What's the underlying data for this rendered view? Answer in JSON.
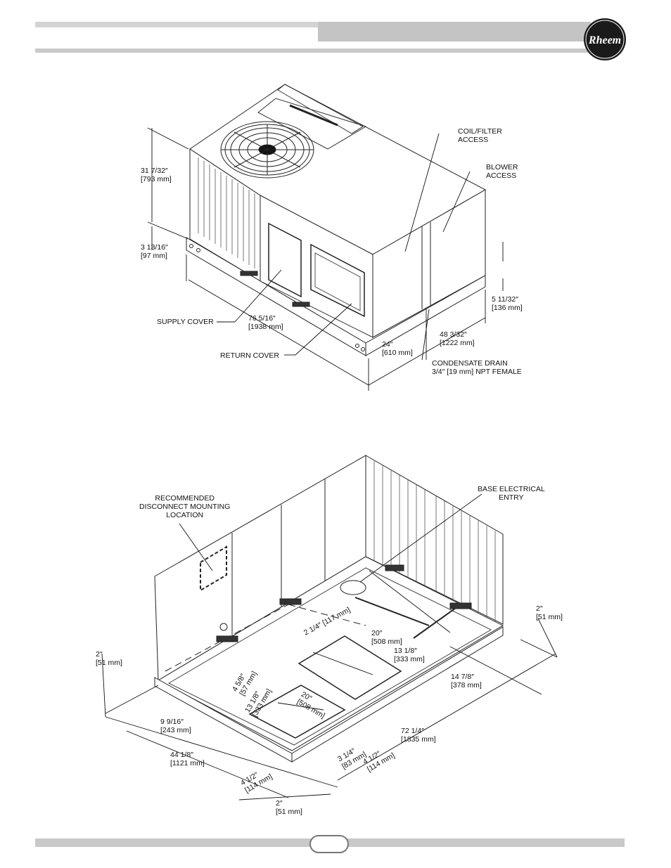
{
  "brand": {
    "logo_text": "Rheem"
  },
  "top_view": {
    "callouts": {
      "coil_filter": [
        "COIL/FILTER",
        "ACCESS"
      ],
      "blower": [
        "BLOWER",
        "ACCESS"
      ],
      "supply_cover": "SUPPLY COVER",
      "return_cover": "RETURN COVER",
      "condensate": [
        "CONDENSATE DRAIN",
        "3/4″ [19 mm] NPT FEMALE"
      ]
    },
    "dimensions": {
      "height": [
        "31 7/32″",
        "[793 mm]"
      ],
      "base_height": [
        "3 13/16″",
        "[97 mm]"
      ],
      "length": [
        "76 5/16″",
        "[1938 mm]"
      ],
      "drain_offset": [
        "24″",
        "[610 mm]"
      ],
      "width": [
        "48 3/32″",
        "[1222 mm]"
      ],
      "drain_height": [
        "5 11/32″",
        "[136 mm]"
      ]
    }
  },
  "bottom_view": {
    "callouts": {
      "disconnect": [
        "RECOMMENDED",
        "DISCONNECT MOUNTING",
        "LOCATION"
      ],
      "base_electrical": [
        "BASE ELECTRICAL",
        "ENTRY"
      ]
    },
    "dimensions": {
      "right_2": [
        "2″",
        "[51 mm]"
      ],
      "left_2": [
        "2″",
        "[51 mm]"
      ],
      "d_2_1_4": "2 1/4″ [117 mm]",
      "d_20_upper": [
        "20″",
        "[508 mm]"
      ],
      "d_13_upper": [
        "13 1/8″",
        "[333 mm]"
      ],
      "d_4_5_8": [
        "4 5/8″",
        "[57 mm]"
      ],
      "d_13_lower": [
        "13 1/8″",
        "[333 mm]"
      ],
      "d_20_lower": [
        "20″",
        "[508 mm]"
      ],
      "d_14_7_8": [
        "14 7/8″",
        "[378 mm]"
      ],
      "d_9_9_16": [
        "9 9/16″",
        "[243 mm]"
      ],
      "d_72_1_4": [
        "72 1/4″",
        "[1835 mm]"
      ],
      "d_44_1_8": [
        "44 1/8″",
        "[1121 mm]"
      ],
      "d_3_1_4": [
        "3 1/4″",
        "[83 mm]"
      ],
      "d_4_1_2_right": [
        "4 1/2″",
        "[114 mm]"
      ],
      "d_4_1_2_left": [
        "4 1/2″",
        "[114 mm]"
      ],
      "bottom_2": [
        "2″",
        "[51 mm]"
      ]
    }
  }
}
